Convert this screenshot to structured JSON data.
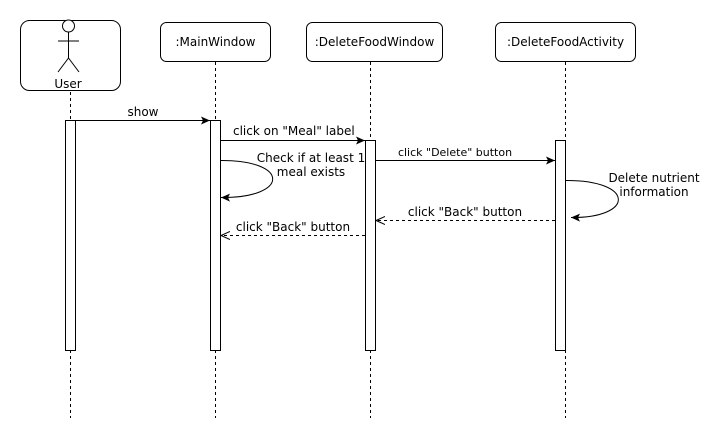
{
  "participants": {
    "user": {
      "name": "User"
    },
    "main_window": {
      "name": ":MainWindow"
    },
    "delete_food_window": {
      "name": ":DeleteFoodWindow"
    },
    "delete_food_activity": {
      "name": ":DeleteFoodActivity"
    }
  },
  "messages": {
    "show": {
      "label": "show"
    },
    "click_meal": {
      "label": "click on \"Meal\" label"
    },
    "check_meal": {
      "line1": "Check if at least 1",
      "line2": "meal exists"
    },
    "click_delete": {
      "label": "click \"Delete\" button"
    },
    "delete_nutrient": {
      "line1": "Delete nutrient",
      "line2": "information"
    },
    "click_back_activity": {
      "label": "click \"Back\" button"
    },
    "click_back_window": {
      "label": "click \"Back\" button"
    }
  }
}
